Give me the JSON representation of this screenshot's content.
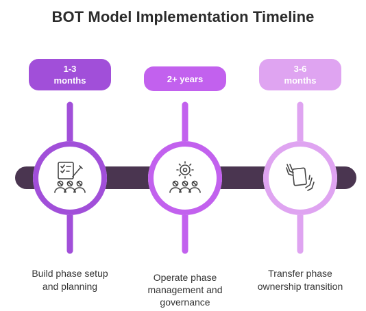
{
  "title": "BOT Model Implementation Timeline",
  "colors": {
    "band": "#4a3550",
    "phase1": "#a14fd9",
    "phase2": "#c261ee",
    "phase3": "#dfa4f1",
    "icon": "#444444"
  },
  "phases": [
    {
      "duration_line1": "1-3",
      "duration_line2": "months",
      "caption_line1": "Build phase setup",
      "caption_line2": "and planning",
      "icon": "checklist-team-icon"
    },
    {
      "duration_line1": "2+ years",
      "caption_line1": "Operate phase",
      "caption_line2": "management and",
      "caption_line3": "governance",
      "icon": "gear-team-icon"
    },
    {
      "duration_line1": "3-6",
      "duration_line2": "months",
      "caption_line1": "Transfer phase",
      "caption_line2": "ownership transition",
      "icon": "handover-document-icon"
    }
  ]
}
